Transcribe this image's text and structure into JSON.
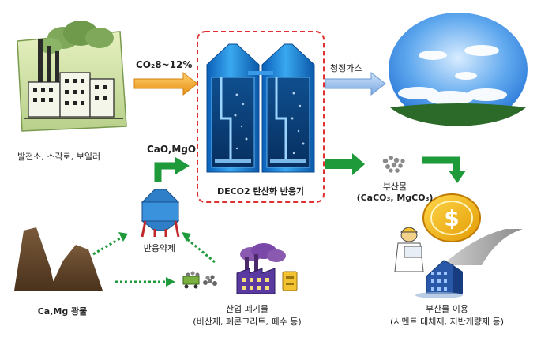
{
  "labels": {
    "co2_input": "CO₂8~12%",
    "clean_gas": "청정가스",
    "power_plant": "발전소, 소각로, 보일러",
    "cao_mgo": "CaO,MgO",
    "reactor": "DECO2 탄산화 반응기",
    "byproduct_title": "부산물",
    "byproduct_formula": "(CaCO₃, MgCO₃)",
    "reagent": "반응약제",
    "ore": "Ca,Mg 광물",
    "waste_title": "산업 폐기물",
    "waste_detail": "(비산재, 폐콘크리트, 폐수 등)",
    "use_title": "부산물 이용",
    "use_detail": "(시멘트 대체재, 지반개량제 등)"
  },
  "icons": {
    "power_plant": "power-plant-icon",
    "reactor": "reactor-tanks-icon",
    "sky": "clean-sky-icon",
    "reagent_tank": "reagent-tank-icon",
    "ore": "mineral-ore-icon",
    "waste": "industrial-waste-icon",
    "byproduct": "byproduct-pellets-icon",
    "money": "dollar-coin-icon",
    "worker": "worker-icon",
    "building": "building-icon"
  },
  "colors": {
    "orange_arrow": "#f0a020",
    "blue_arrow": "#8fb8e8",
    "green_arrow": "#1e9a3a",
    "dashed_box": "#e03030",
    "reactor_blue": "#1f7fd8",
    "coin_gold": "#f2b51c"
  }
}
